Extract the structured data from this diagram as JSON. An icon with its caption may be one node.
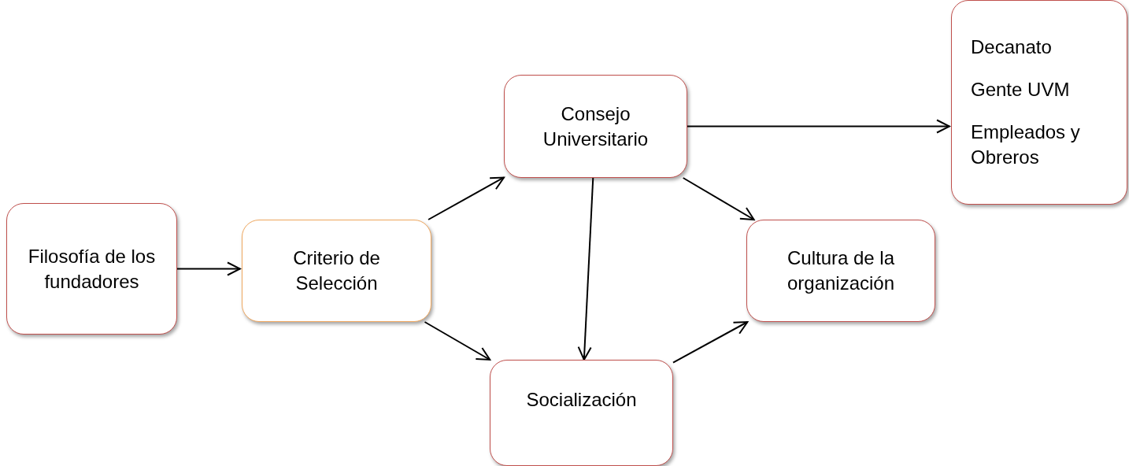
{
  "diagram": {
    "nodes": [
      {
        "text": [
          "Filosofía de los fundadores"
        ]
      },
      {
        "text": [
          "Criterio de Selección"
        ]
      },
      {
        "text": [
          "Consejo Universitario"
        ]
      },
      {
        "text": [
          "Decanato",
          "Gente UVM",
          "Empleados y Obreros"
        ]
      },
      {
        "text": [
          "Cultura de la organización"
        ]
      },
      {
        "text": [
          "Socialización"
        ]
      }
    ],
    "edges": [
      {
        "from": 0,
        "to": 1,
        "arrow": "to"
      },
      {
        "from": 1,
        "to": 2,
        "arrow": "to"
      },
      {
        "from": 1,
        "to": 5,
        "arrow": "to"
      },
      {
        "from": 2,
        "to": 5,
        "arrow": "to"
      },
      {
        "from": 2,
        "to": 4,
        "arrow": "to"
      },
      {
        "from": 5,
        "to": 4,
        "arrow": "to"
      },
      {
        "from": 2,
        "to": 3,
        "arrow": "to"
      }
    ]
  }
}
